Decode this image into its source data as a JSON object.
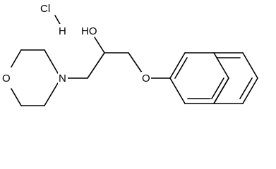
{
  "atoms": {
    "chlorine": "Cl",
    "hydrogen": "H",
    "hydroxyl": "HO",
    "ring_oxygen": "O",
    "ring_nitrogen": "N",
    "ether_oxygen": "O"
  }
}
